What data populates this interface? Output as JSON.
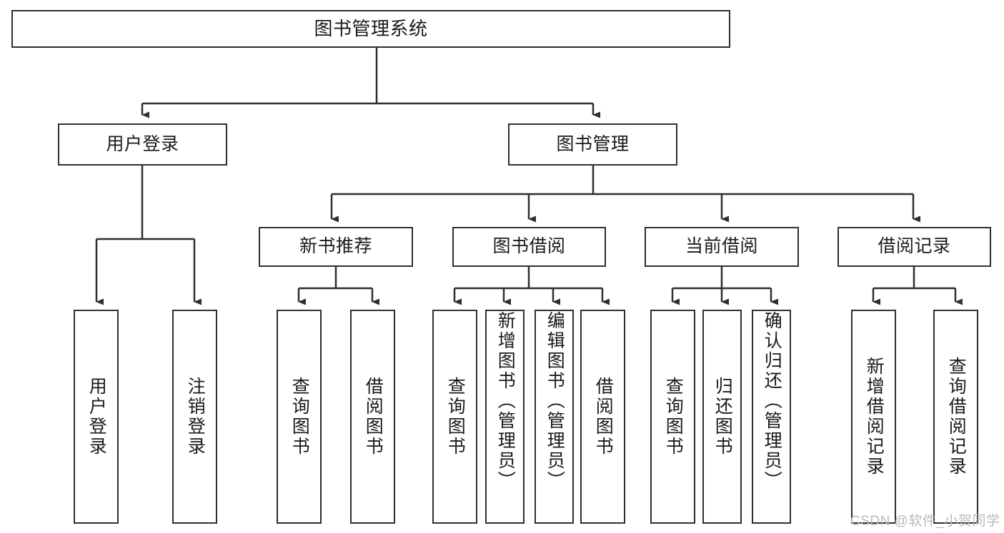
{
  "diagram": {
    "title": "图书管理系统",
    "type": "hierarchy-tree",
    "watermark": "CSDN @软件_小贺同学",
    "colors": {
      "stroke": "#2f2f2f",
      "fill": "#ffffff",
      "text": "#1a1a1a",
      "watermark": "#b9b9b9"
    },
    "levels": {
      "root": {
        "label": "图书管理系统"
      },
      "level2": [
        {
          "id": "user-login",
          "label": "用户登录"
        },
        {
          "id": "book-manage",
          "label": "图书管理"
        }
      ],
      "level3": [
        {
          "id": "new-book-recommend",
          "label": "新书推荐",
          "parent": "book-manage"
        },
        {
          "id": "book-borrow",
          "label": "图书借阅",
          "parent": "book-manage"
        },
        {
          "id": "current-borrow",
          "label": "当前借阅",
          "parent": "book-manage"
        },
        {
          "id": "borrow-record",
          "label": "借阅记录",
          "parent": "book-manage"
        }
      ],
      "leaves": [
        {
          "id": "leaf-user-login",
          "label": "用户登录",
          "parent": "user-login"
        },
        {
          "id": "leaf-logout",
          "label": "注销登录",
          "parent": "user-login"
        },
        {
          "id": "leaf-query-book-1",
          "label": "查询图书",
          "parent": "new-book-recommend"
        },
        {
          "id": "leaf-borrow-book-1",
          "label": "借阅图书",
          "parent": "new-book-recommend"
        },
        {
          "id": "leaf-query-book-2",
          "label": "查询图书",
          "parent": "book-borrow"
        },
        {
          "id": "leaf-add-book",
          "label": "新增图书（管理员）",
          "parent": "book-borrow"
        },
        {
          "id": "leaf-edit-book",
          "label": "编辑图书（管理员）",
          "parent": "book-borrow"
        },
        {
          "id": "leaf-borrow-book-2",
          "label": "借阅图书",
          "parent": "book-borrow"
        },
        {
          "id": "leaf-query-book-3",
          "label": "查询图书",
          "parent": "current-borrow"
        },
        {
          "id": "leaf-return-book",
          "label": "归还图书",
          "parent": "current-borrow"
        },
        {
          "id": "leaf-confirm-return",
          "label": "确认归还（管理员）",
          "parent": "current-borrow"
        },
        {
          "id": "leaf-add-record",
          "label": "新增借阅记录",
          "parent": "borrow-record"
        },
        {
          "id": "leaf-query-record",
          "label": "查询借阅记录",
          "parent": "borrow-record"
        }
      ]
    }
  }
}
